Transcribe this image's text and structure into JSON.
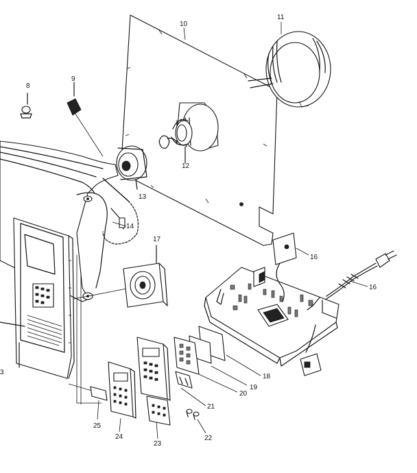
{
  "diagram": {
    "part_labels": [
      {
        "id": "p8",
        "text": "8"
      },
      {
        "id": "p9",
        "text": "9"
      },
      {
        "id": "p10",
        "text": "10"
      },
      {
        "id": "p11",
        "text": "11"
      },
      {
        "id": "p12",
        "text": "12"
      },
      {
        "id": "p13",
        "text": "13"
      },
      {
        "id": "p14",
        "text": "14"
      },
      {
        "id": "p16a",
        "text": "16"
      },
      {
        "id": "p16b",
        "text": "16"
      },
      {
        "id": "p17",
        "text": "17"
      },
      {
        "id": "p18",
        "text": "18"
      },
      {
        "id": "p19",
        "text": "19"
      },
      {
        "id": "p20",
        "text": "20"
      },
      {
        "id": "p21",
        "text": "21"
      },
      {
        "id": "p22",
        "text": "22"
      },
      {
        "id": "p23",
        "text": "23"
      },
      {
        "id": "p24",
        "text": "24"
      },
      {
        "id": "p25",
        "text": "25"
      },
      {
        "id": "p3",
        "text": "3"
      }
    ]
  }
}
